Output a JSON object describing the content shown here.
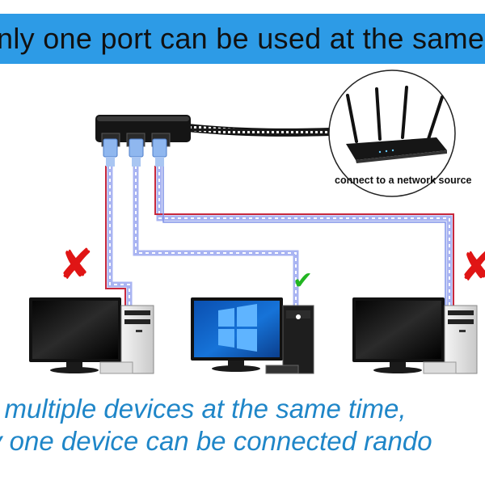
{
  "banner": {
    "text": "nly one port can be used at the same ti",
    "color": "#2d9be6"
  },
  "router": {
    "label": "connect to a network source"
  },
  "caption": {
    "line1": "e multiple devices at the same time,",
    "line2": "y one device can be connected rando",
    "color": "#1f86c8"
  },
  "marks": {
    "left": {
      "glyph": "✘",
      "color": "#e01515",
      "meaning": "not connected"
    },
    "middle": {
      "glyph": "✔",
      "color": "#22b522",
      "meaning": "connected"
    },
    "right": {
      "glyph": "✘",
      "color": "#e01515",
      "meaning": "not connected"
    }
  },
  "cable_colors": {
    "red": "#c8283c",
    "blue": "#7f92e8",
    "inactive": "#a9b4f2"
  },
  "icons": [
    "splitter-icon",
    "router-icon",
    "computer-icon",
    "monitor-icon",
    "tower-icon",
    "rj45-plug-icon"
  ]
}
